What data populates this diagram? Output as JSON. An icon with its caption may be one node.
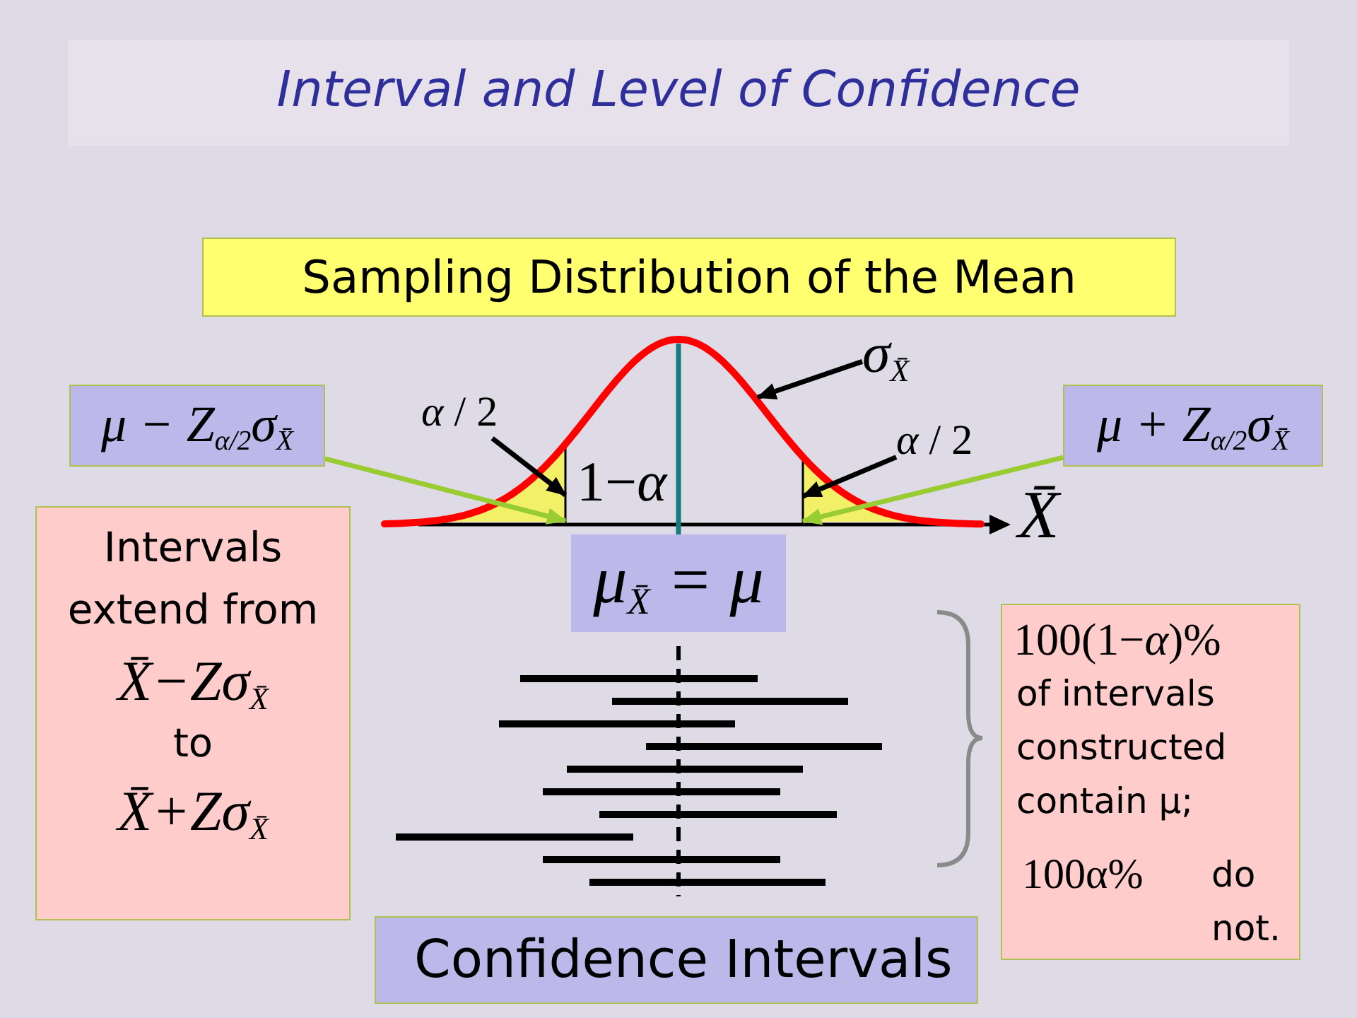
{
  "diagram": {
    "title": "Interval and Level of Confidence",
    "nodes": [
      {
        "text": [
          "Sampling Distribution of the Mean"
        ]
      },
      {
        "text": [
          "σ$_{X̄}$"
        ]
      },
      {
        "text": [
          "μ − Z$_{α/2}$σ$_{X̄}$"
        ]
      },
      {
        "text": [
          "*α* / 2"
        ]
      },
      {
        "text": [
          "*α* / 2"
        ]
      },
      {
        "text": [
          "μ + Z$_{α/2}$σ$_{X̄}$"
        ]
      },
      {
        "text": [],
        "shape": "area"
      },
      {
        "text": [],
        "shape": "area"
      },
      {
        "text": [
          "μ$_{X̄}$ = μ"
        ]
      },
      {
        "text": [
          "Intervals extend from",
          "X̄−Zσ$_{X̄}$",
          "to",
          "X̄+Zσ$_{X̄}$"
        ]
      },
      {
        "text": [
          "100(1−*α*)%",
          "of intervals constructed contain μ;",
          "100α%",
          "do not."
        ]
      },
      {
        "text": [
          "Confidence Intervals"
        ]
      }
    ],
    "edges": [
      {
        "from": 1,
        "to": null,
        "arrow": "to"
      },
      {
        "from": 3,
        "to": 6,
        "arrow": "to"
      },
      {
        "from": 4,
        "to": 7,
        "arrow": "to"
      },
      {
        "from": 2,
        "to": 6,
        "arrow": "to",
        "color": "#99cc33"
      },
      {
        "from": 5,
        "to": 7,
        "arrow": "to",
        "color": "#99cc33"
      },
      {
        "from": 8,
        "to": null,
        "arrow": "none",
        "color": "#157c7c"
      }
    ],
    "labels": [
      "1−*α*",
      "X̄"
    ]
  }
}
